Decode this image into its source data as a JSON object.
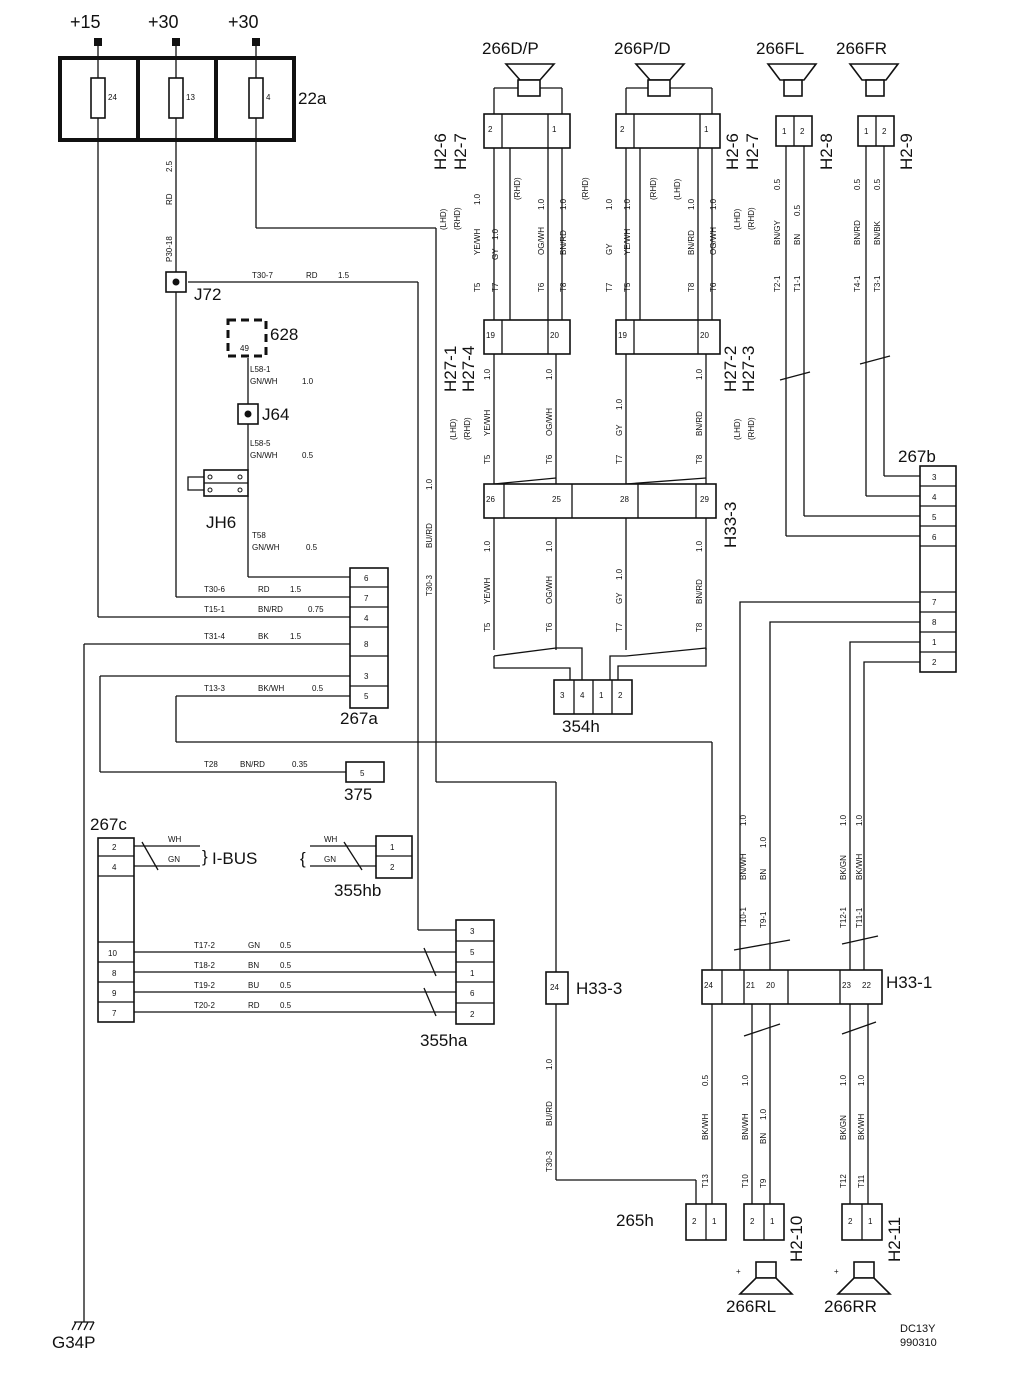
{
  "supply": {
    "p15": "+15",
    "p30a": "+30",
    "p30b": "+30"
  },
  "fuse_box": {
    "id": "22a",
    "fuses": [
      "24",
      "13",
      "4"
    ]
  },
  "speakers": {
    "d_p": "266D/P",
    "p_d": "266P/D",
    "fl": "266FL",
    "fr": "266FR",
    "rl": "266RL",
    "rr": "266RR"
  },
  "conn_labels": {
    "h2_6": "H2-6",
    "h2_7": "H2-7",
    "h2_8": "H2-8",
    "h2_9": "H2-9",
    "h2_10": "H2-10",
    "h2_11": "H2-11",
    "h27_1": "H27-1",
    "h27_4": "H27-4",
    "h27_2": "H27-2",
    "h27_3": "H27-3",
    "h33_3": "H33-3",
    "h33_1": "H33-1",
    "c267a": "267a",
    "c267b": "267b",
    "c267c": "267c",
    "c354h": "354h",
    "c375": "375",
    "c355hb": "355hb",
    "c355ha": "355ha",
    "c265h": "265h",
    "c628": "628",
    "pin49": "49",
    "j72": "J72",
    "j64": "J64",
    "jh6": "JH6",
    "ground": "G34P",
    "ibus": "I-BUS"
  },
  "pins": {
    "a2": "2",
    "a1": "1",
    "p2": "2",
    "p1": "1",
    "fl1": "1",
    "fl2": "2",
    "fr1": "1",
    "fr2": "2",
    "h27a": "19",
    "h27b": "20",
    "h27c": "19",
    "h27d": "20",
    "h33a": "26",
    "h33b": "25",
    "h33c": "28",
    "h33d": "29",
    "s354": [
      "3",
      "4",
      "1",
      "2"
    ],
    "c267a": [
      "6",
      "7",
      "4",
      "8",
      "3",
      "5"
    ],
    "c267b": [
      "3",
      "4",
      "5",
      "6",
      "7",
      "8",
      "1",
      "2"
    ],
    "c267c_top": [
      "2",
      "4"
    ],
    "c267c_bot": [
      "10",
      "8",
      "9",
      "7"
    ],
    "c375": "5",
    "c355hb": [
      "1",
      "2"
    ],
    "c355ha": [
      "3",
      "5",
      "1",
      "6",
      "2"
    ],
    "h33_3": "24",
    "h33_1": [
      "24",
      "21",
      "20",
      "23",
      "22"
    ],
    "c265h": [
      "2",
      "1"
    ],
    "rl": [
      "2",
      "1"
    ],
    "rr": [
      "2",
      "1"
    ]
  },
  "wire_labels": {
    "lhd": "(LHD)",
    "rhd": "(RHD)",
    "rd25_a": "RD",
    "rd25_b": "2.5",
    "p30_18": "P30-18",
    "t30_7": "T30-7",
    "t30_7c": "RD",
    "t30_7s": "1.5",
    "l58_1": "L58-1",
    "l58_1c": "GN/WH",
    "l58_1s": "1.0",
    "l58_5": "L58-5",
    "l58_5c": "GN/WH",
    "l58_5s": "0.5",
    "t58": "T58",
    "t58c": "GN/WH",
    "t58s": "0.5",
    "t30_6": "T30-6",
    "t30_6c": "RD",
    "t30_6s": "1.5",
    "t15_1": "T15-1",
    "t15_1c": "BN/RD",
    "t15_1s": "0.75",
    "t31_4": "T31-4",
    "t31_4c": "BK",
    "t31_4s": "1.5",
    "t13_3": "T13-3",
    "t13_3c": "BK/WH",
    "t13_3s": "0.5",
    "t28": "T28",
    "t28c": "BN/RD",
    "t28s": "0.35",
    "burd10": "1.0",
    "burd": "BU/RD",
    "t30_3": "T30-3",
    "wh": "WH",
    "gn": "GN",
    "t17_2": "T17-2",
    "t17_2c": "GN",
    "t17_2s": "0.5",
    "t18_2": "T18-2",
    "t18_2c": "BN",
    "t18_2s": "0.5",
    "t19_2": "T19-2",
    "t19_2c": "BU",
    "t19_2s": "0.5",
    "t20_2": "T20-2",
    "t20_2c": "RD",
    "t20_2s": "0.5",
    "t5": "T5",
    "t7": "T7",
    "t6": "T6",
    "t8": "T8",
    "yewh": "YE/WH",
    "gy": "GY",
    "ogwh": "OG/WH",
    "bnrd": "BN/RD",
    "s10": "1.0",
    "s05": "0.5",
    "bngy": "BN/GY",
    "bn": "BN",
    "t2_1": "T2-1",
    "t1_1": "T1-1",
    "bnrd2": "BN/RD",
    "bnbk": "BN/BK",
    "t4_1": "T4-1",
    "t3_1": "T3-1",
    "bnwh": "BN/WH",
    "t10_1": "T10-1",
    "t9_1": "T9-1",
    "bkgn": "BK/GN",
    "bkwh": "BK/WH",
    "t12_1": "T12-1",
    "t11_1": "T11-1",
    "t13": "T13",
    "t10": "T10",
    "t9": "T9",
    "t12": "T12",
    "t11": "T11"
  },
  "footer": {
    "code": "DC13Y",
    "date": "990310"
  }
}
